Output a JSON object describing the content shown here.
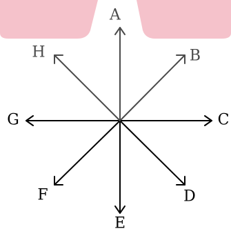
{
  "colors": {
    "background": "#ffffff",
    "overlay": "#f5c2cb",
    "arrow": "#000000",
    "arrow_faded": "#4a4a4a"
  },
  "directions": [
    {
      "id": "a",
      "label": "A"
    },
    {
      "id": "b",
      "label": "B"
    },
    {
      "id": "c",
      "label": "C"
    },
    {
      "id": "d",
      "label": "D"
    },
    {
      "id": "e",
      "label": "E"
    },
    {
      "id": "f",
      "label": "F"
    },
    {
      "id": "g",
      "label": "G"
    },
    {
      "id": "h",
      "label": "H"
    }
  ]
}
